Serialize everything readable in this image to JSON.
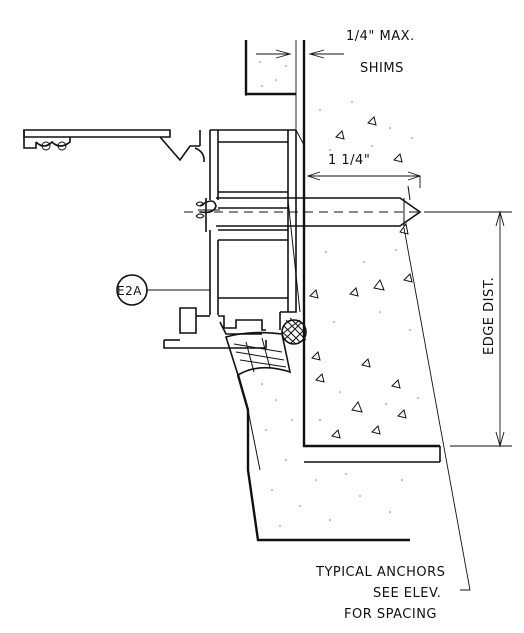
{
  "labels": {
    "max_shim": "1/4\" MAX.",
    "shims": "SHIMS",
    "embed": "1 1/4\"",
    "edge_dist": "EDGE DIST.",
    "callout": "E2A",
    "note_line1": "TYPICAL ANCHORS",
    "note_line2": "SEE ELEV.",
    "note_line3": "FOR SPACING"
  }
}
